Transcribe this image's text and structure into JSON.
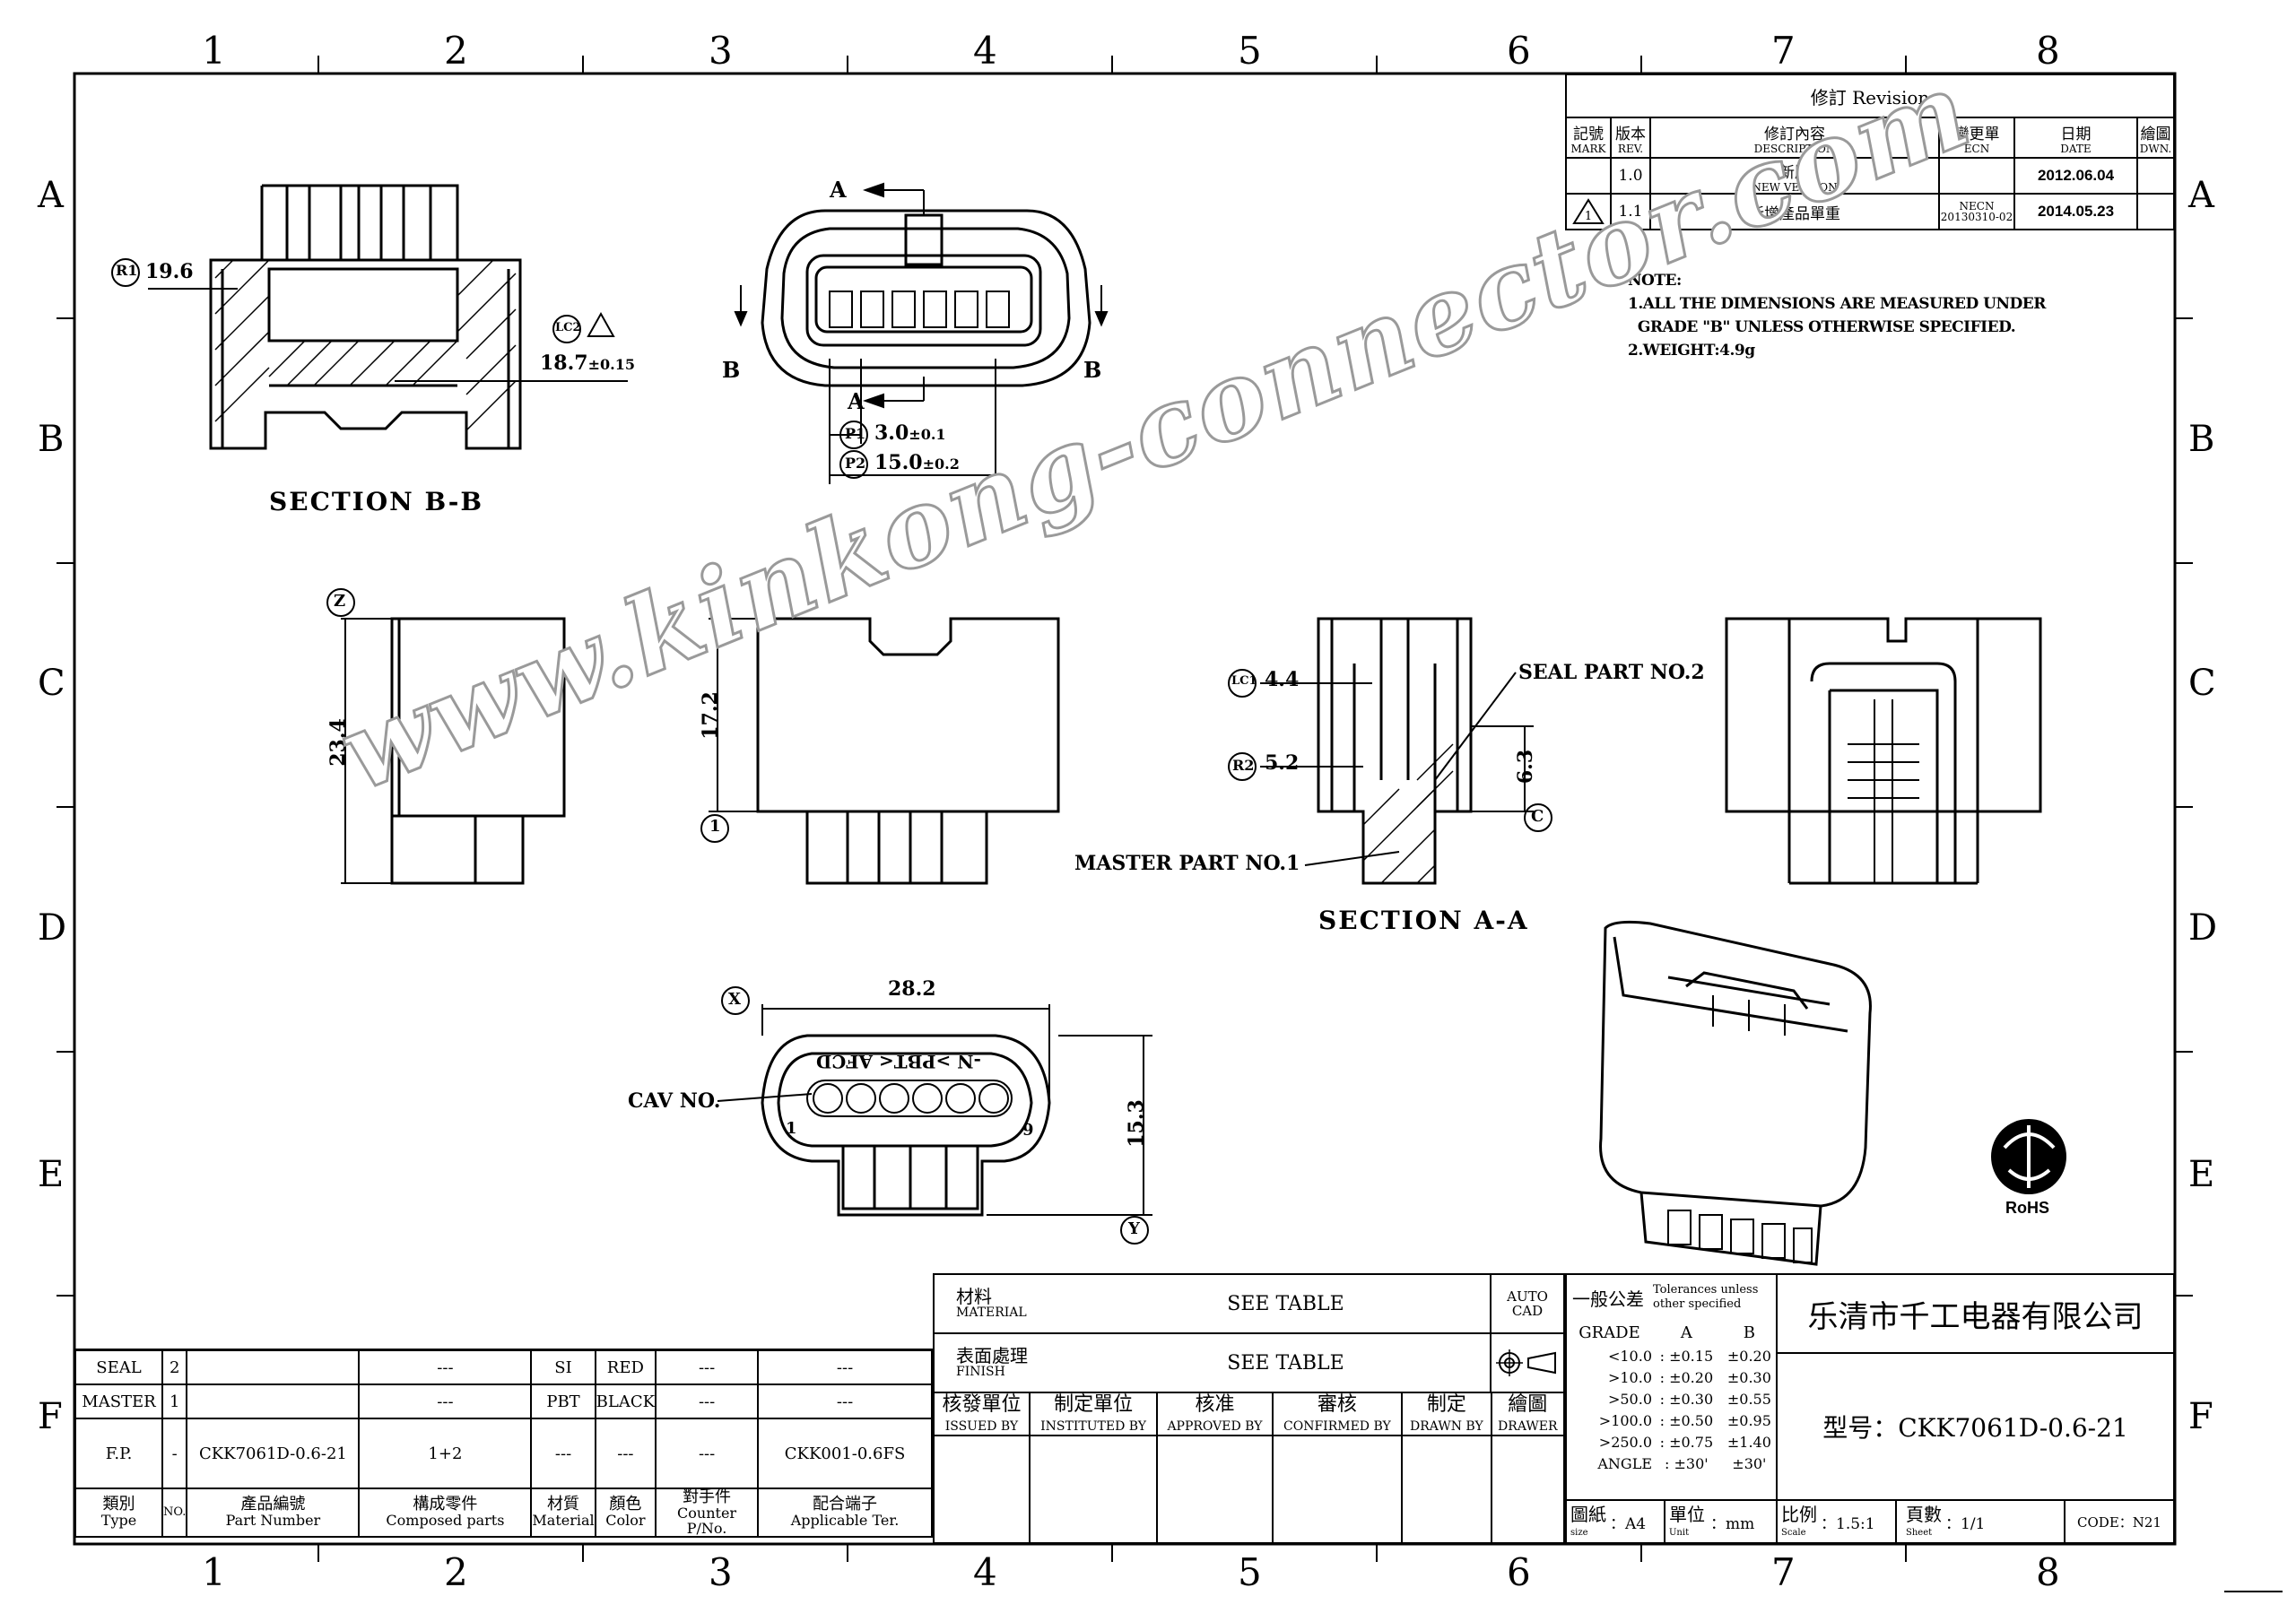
{
  "frame": {
    "columns": [
      "1",
      "2",
      "3",
      "4",
      "5",
      "6",
      "7",
      "8"
    ],
    "rows": [
      "A",
      "B",
      "C",
      "D",
      "E",
      "F"
    ]
  },
  "revision": {
    "title": "修訂 Revision",
    "headers": [
      {
        "zh": "記號",
        "en": "MARK"
      },
      {
        "zh": "版本",
        "en": "REV."
      },
      {
        "zh": "修訂內容",
        "en": "DESCRIPTION"
      },
      {
        "zh": "變更單",
        "en": "ECN"
      },
      {
        "zh": "日期",
        "en": "DATE"
      },
      {
        "zh": "繪圖",
        "en": "DWN."
      }
    ],
    "rows": [
      {
        "mark": "",
        "rev": "1.0",
        "desc_zh": "新版",
        "desc_en": "NEW VERSION",
        "ecn": "",
        "date": "2012.06.04",
        "dwn": ""
      },
      {
        "mark": "1",
        "rev": "1.1",
        "desc_zh": "新增產品單重",
        "desc_en": "",
        "ecn_zh": "NECN",
        "ecn": "20130310-02",
        "date": "2014.05.23",
        "dwn": ""
      }
    ]
  },
  "notes": {
    "title": "NOTE:",
    "lines": [
      "1.ALL THE DIMENSIONS ARE MEASURED UNDER",
      "  GRADE \"B\" UNLESS OTHERWISE SPECIFIED.",
      "2.WEIGHT:4.9g"
    ]
  },
  "views": {
    "section_bb": "SECTION B-B",
    "section_aa": "SECTION A-A",
    "cut_a": "A",
    "cut_b": "B",
    "r1_tag": "R1",
    "r1_value": "19.6",
    "lc2_tag": "LC2",
    "dim_187": "18.7",
    "dim_187_tol": "±0.15",
    "p1_tag": "P1",
    "p1_value": "3.0",
    "p1_tol": "±0.1",
    "p2_tag": "P2",
    "p2_value": "15.0",
    "p2_tol": "±0.2",
    "z_tag": "Z",
    "dim_234": "23.4",
    "dim_172": "17.2",
    "one_tag": "1",
    "lc1_tag": "LC1",
    "lc1_value": "4.4",
    "r2_tag": "R2",
    "r2_value": "5.2",
    "seal_label": "SEAL PART NO.2",
    "master_label": "MASTER PART NO.1",
    "dim_63": "6.3",
    "c_tag": "C",
    "x_tag": "X",
    "dim_282": "28.2",
    "cav_label": "CAV NO.",
    "cav_text": "-N  >PBT<  AFCD",
    "cav_1": "1",
    "cav_6": "6",
    "dim_153": "15.3",
    "y_tag": "Y",
    "rohs": "RoHS"
  },
  "watermark": "www.kinkong-connector.com",
  "bom": {
    "rows": [
      [
        "SEAL",
        "2",
        "",
        "---",
        "SI",
        "RED",
        "---",
        "---"
      ],
      [
        "MASTER",
        "1",
        "",
        "---",
        "PBT",
        "BLACK",
        "---",
        "---"
      ],
      [
        "F.P.",
        "-",
        "CKK7061D-0.6-21",
        "1+2",
        "---",
        "---",
        "---",
        "CKK001-0.6FS"
      ]
    ],
    "headers": [
      {
        "zh": "類別",
        "en": "Type"
      },
      {
        "zh": "",
        "en": "NO."
      },
      {
        "zh": "產品編號",
        "en": "Part Number"
      },
      {
        "zh": "構成零件",
        "en": "Composed parts"
      },
      {
        "zh": "材質",
        "en": "Material"
      },
      {
        "zh": "顏色",
        "en": "Color"
      },
      {
        "zh": "對手件",
        "en": "Counter P/No."
      },
      {
        "zh": "配合端子",
        "en": "Applicable Ter."
      }
    ]
  },
  "title_block": {
    "material_zh": "材料",
    "material_en": "MATERIAL",
    "material_value": "SEE TABLE",
    "finish_zh": "表面處理",
    "finish_en": "FINISH",
    "finish_value": "SEE TABLE",
    "auto_cad": "AUTO CAD",
    "sign": [
      {
        "zh": "核發單位",
        "en": "ISSUED BY"
      },
      {
        "zh": "制定單位",
        "en": "INSTITUTED BY"
      },
      {
        "zh": "核准",
        "en": "APPROVED BY"
      },
      {
        "zh": "審核",
        "en": "CONFIRMED BY"
      },
      {
        "zh": "制定",
        "en": "DRAWN BY"
      },
      {
        "zh": "繪圖",
        "en": "DRAWER"
      }
    ],
    "tol_zh": "一般公差",
    "tol_en": "Tolerances unless other specified",
    "tol_headers": [
      "GRADE",
      "A",
      "B"
    ],
    "tol_rows": [
      [
        "<10.0",
        ": ±0.15",
        "±0.20"
      ],
      [
        ">10.0",
        ": ±0.20",
        "±0.30"
      ],
      [
        ">50.0",
        ": ±0.30",
        "±0.55"
      ],
      [
        ">100.0",
        ": ±0.50",
        "±0.95"
      ],
      [
        ">250.0",
        ": ±0.75",
        "±1.40"
      ],
      [
        "ANGLE",
        ": ±30'",
        "±30'"
      ]
    ],
    "company": "乐清市千工电器有限公司",
    "model": "型号：CKK7061D-0.6-21",
    "size_zh": "圖紙",
    "size_en": "size",
    "size_value": "：A4",
    "unit_zh": "單位",
    "unit_en": "Unit",
    "unit_value": "：mm",
    "scale_zh": "比例",
    "scale_en": "Scale",
    "scale_value": "：1.5:1",
    "sheet_zh": "頁數",
    "sheet_en": "Sheet",
    "sheet_value": "：1/1",
    "code": "CODE：N21"
  }
}
